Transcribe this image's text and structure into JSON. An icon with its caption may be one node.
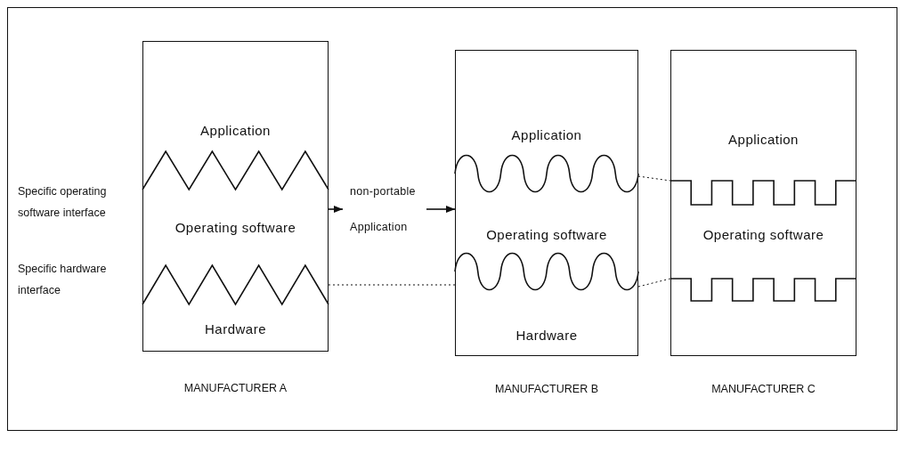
{
  "diagram": {
    "nodes": [
      {
        "text": [
          "Application",
          "Operating software",
          "Hardware"
        ],
        "beside": [
          "MANUFACTURER A"
        ]
      },
      {
        "text": [
          "Application",
          "Operating software",
          "Hardware"
        ],
        "beside": [
          "MANUFACTURER B"
        ]
      },
      {
        "text": [
          "Application",
          "Operating software"
        ],
        "beside": [
          "MANUFACTURER C"
        ]
      },
      {
        "text": [
          "non-portable Application"
        ]
      }
    ],
    "edges": [
      {
        "from": 0,
        "to": 3,
        "arrow": "to"
      },
      {
        "from": 3,
        "to": 1,
        "arrow": "to"
      },
      {
        "from": 0,
        "to": 1,
        "arrow": "none",
        "style": "dashed"
      },
      {
        "from": 1,
        "to": 2,
        "arrow": "none",
        "style": "dashed"
      },
      {
        "from": 1,
        "to": 2,
        "arrow": "none",
        "style": "dashed"
      }
    ],
    "labels": [
      "Specific operating software interface",
      "Specific hardware interface"
    ]
  }
}
